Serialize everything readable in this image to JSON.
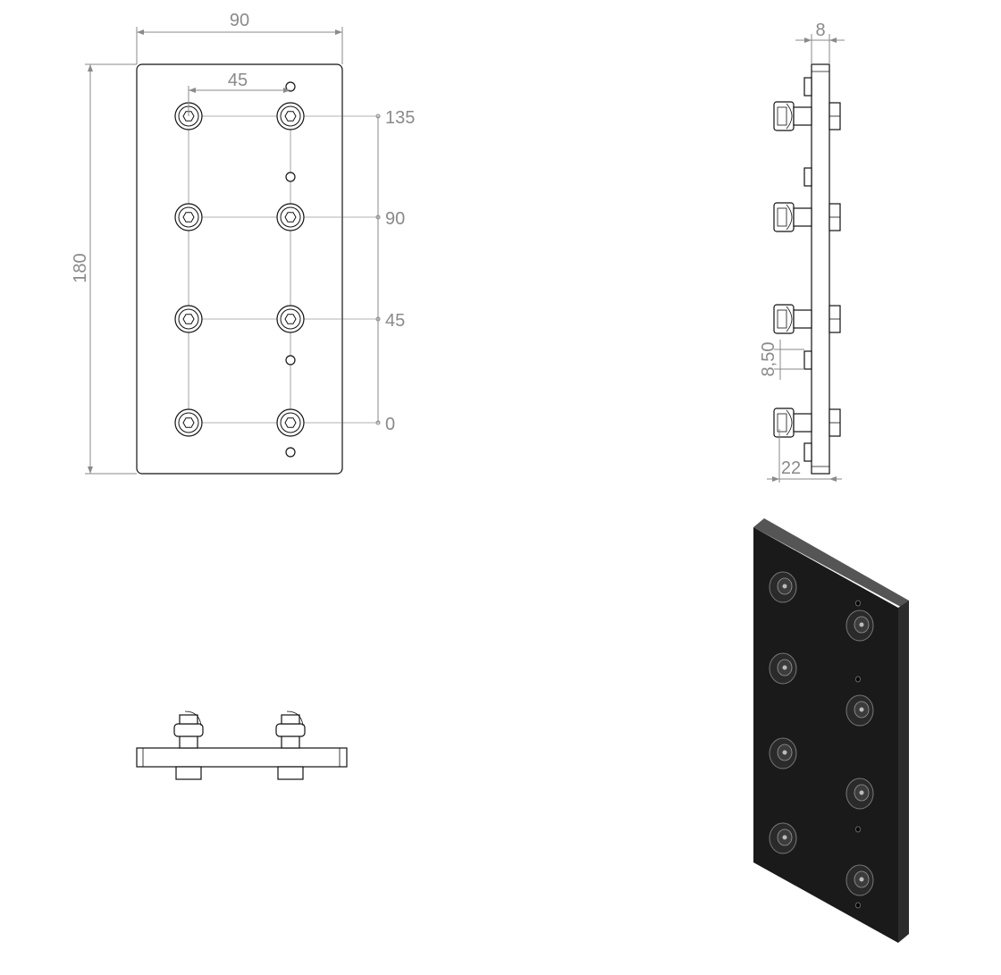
{
  "drawing": {
    "front_view": {
      "width_label": "90",
      "pitch_label": "45",
      "height_label": "180",
      "ordinates": [
        "135",
        "90",
        "45",
        "0"
      ]
    },
    "side_view": {
      "thickness_label": "8",
      "spacer_label": "8,50",
      "depth_label": "22"
    },
    "colors": {
      "line": "#111111",
      "dimension": "#8a8a8a",
      "iso_body": "#1a1a1a"
    }
  }
}
